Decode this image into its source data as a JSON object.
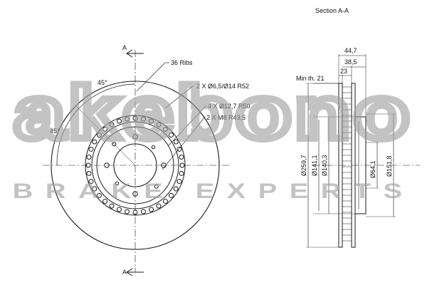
{
  "section_title": "Section A-A",
  "section_marks": {
    "top": "A",
    "bottom": "A"
  },
  "front_view": {
    "ribs": "36 Ribs",
    "holes_small": "2 X Ø6,5/Ø14  R52",
    "holes_bolt": "4 X Ø12,7  R50",
    "holes_thread": "2 X M8  R43,5",
    "angle_top": "45°",
    "angle_left": "45°"
  },
  "section_view": {
    "total_thickness": "44,7",
    "hat_height": "38,5",
    "pad_width": "23",
    "min_thickness": "Min th. 21",
    "outer_diameter": "Ø259,7",
    "dia_141": "Ø141,1",
    "dia_140": "Ø140,3",
    "center_bore": "Ø64,1",
    "dia_151": "Ø151,8"
  },
  "watermark": {
    "brand": "akebono",
    "tagline": "BRAKE  EXPERTS",
    "color": "#c9c9c9"
  },
  "colors": {
    "line": "#1a1a1a",
    "watermark": "#c9c9c9"
  }
}
